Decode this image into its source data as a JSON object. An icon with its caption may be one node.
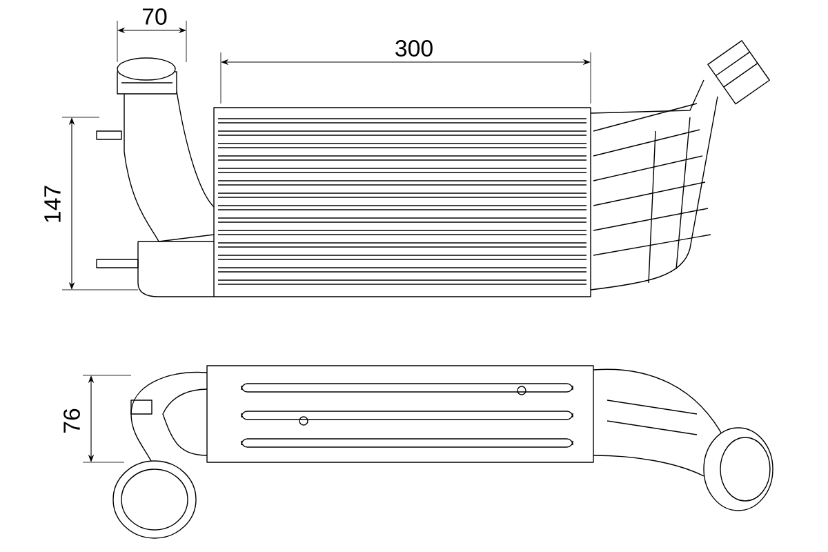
{
  "diagram": {
    "labels": [
      "70",
      "300",
      "147",
      "76"
    ]
  }
}
